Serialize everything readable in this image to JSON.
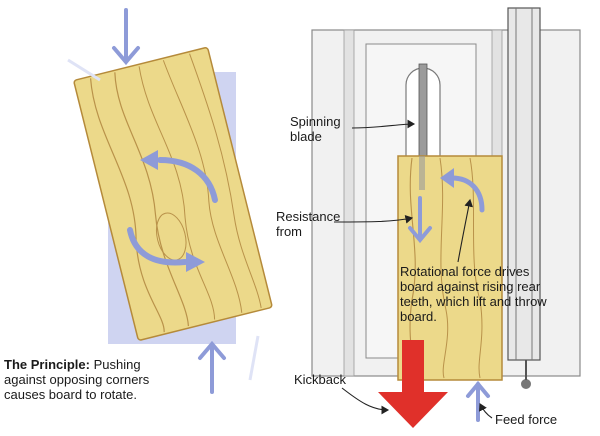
{
  "principle": {
    "heading": "The Principle:",
    "text": "Pushing against opposing corners causes board to rotate."
  },
  "labels": {
    "spinning_blade": "Spinning blade",
    "resistance_from": "Resistance from",
    "rotational_force": "Rotational force drives board against rising rear teeth, which lift and throw board.",
    "kickback": "Kickback",
    "feed_force": "Feed force"
  },
  "colors": {
    "wood": "#ecd98a",
    "wood_grain": "#b9924a",
    "arrow_blue": "#8e9bd8",
    "kickback_red": "#e0302a",
    "shadow_blue": "#c7cdee",
    "saw_table": "#f1f1f1"
  },
  "icons": [
    "push-arrow-icon",
    "rotation-arrow-icon",
    "kickback-arrow-icon",
    "feed-arrow-icon"
  ]
}
